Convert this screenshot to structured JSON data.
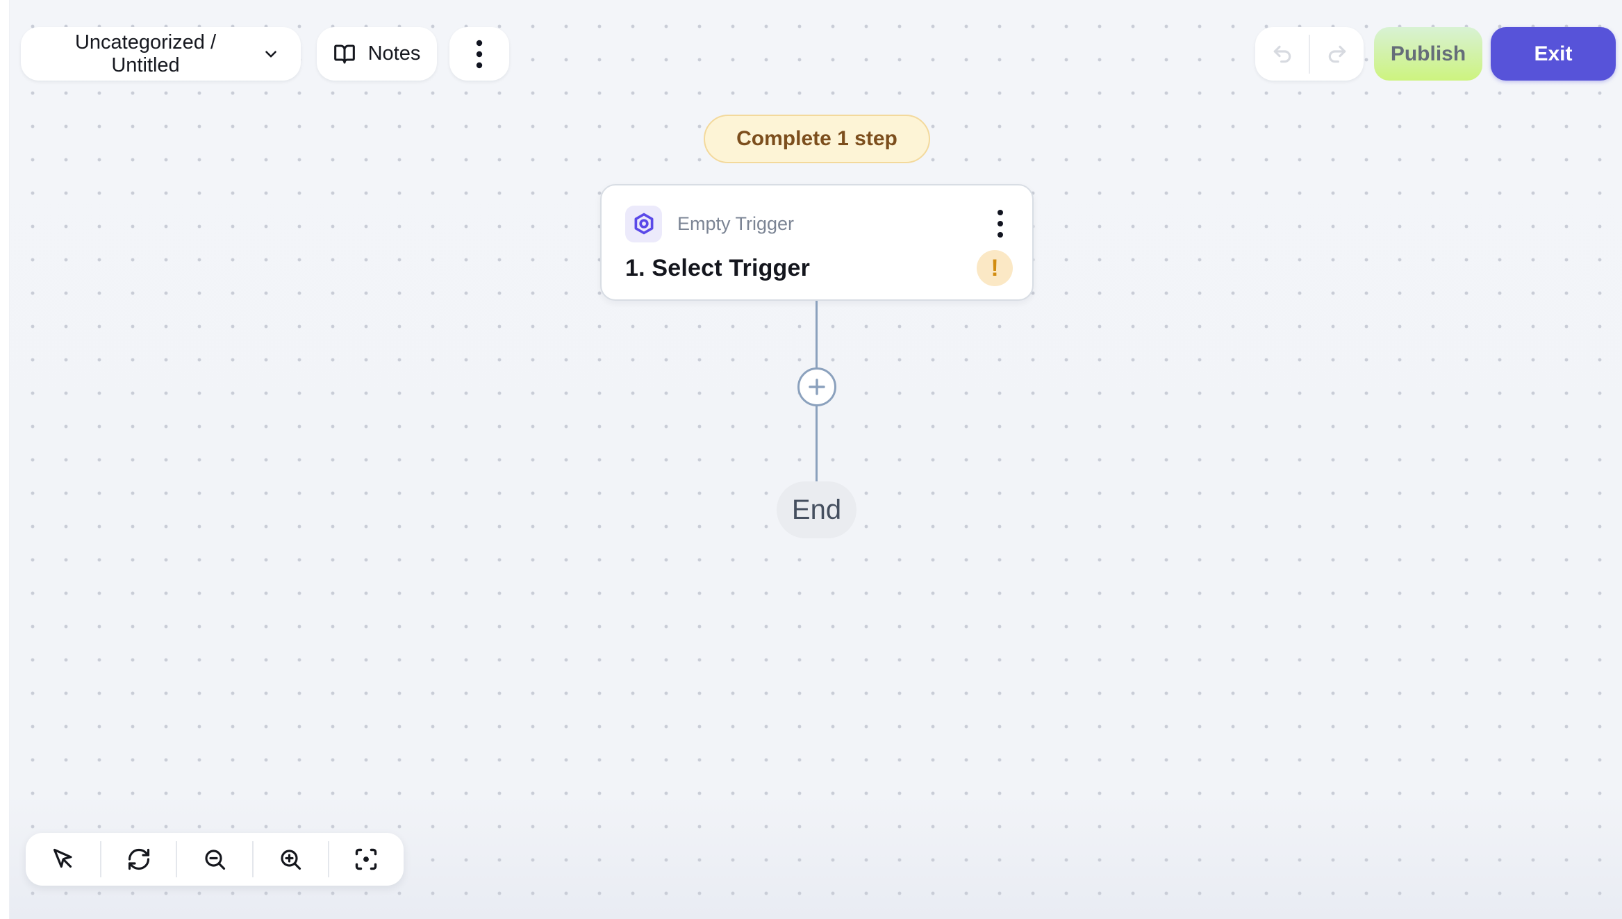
{
  "header": {
    "flow_name": "Uncategorized / Untitled",
    "notes_label": "Notes",
    "publish_label": "Publish",
    "exit_label": "Exit"
  },
  "canvas": {
    "todo_badge_label": "Complete 1 step",
    "trigger_card": {
      "type_label": "Empty Trigger",
      "step_title": "1. Select Trigger",
      "warning_glyph": "!"
    },
    "end_label": "End"
  },
  "icons": {
    "header": [
      "chevron-down",
      "book-open",
      "kebab-menu"
    ],
    "history": [
      "undo",
      "redo"
    ],
    "trigger_card": [
      "hexagon-piece",
      "kebab-menu",
      "warning"
    ],
    "connector": [
      "plus-add-step"
    ],
    "view_toolbar": [
      "cursor-select",
      "reset-view",
      "zoom-out",
      "zoom-in",
      "fit-view"
    ]
  },
  "colors": {
    "accent_indigo": "#5753d9",
    "piece_icon": "#5a49e8",
    "piece_icon_bg": "#eceafb",
    "publish_gradient_top": "#d8f2d4",
    "publish_gradient_bottom": "#cdf37f",
    "badge_bg": "#fdf4d6",
    "badge_border": "#f3d99c",
    "badge_text": "#7c4e1d",
    "warning_bg": "#fbe8c5",
    "warning_fg": "#d18c10",
    "connector": "#8ba1bd",
    "canvas_bg": "#f3f5f9",
    "end_pill_bg": "#eaecf0"
  }
}
